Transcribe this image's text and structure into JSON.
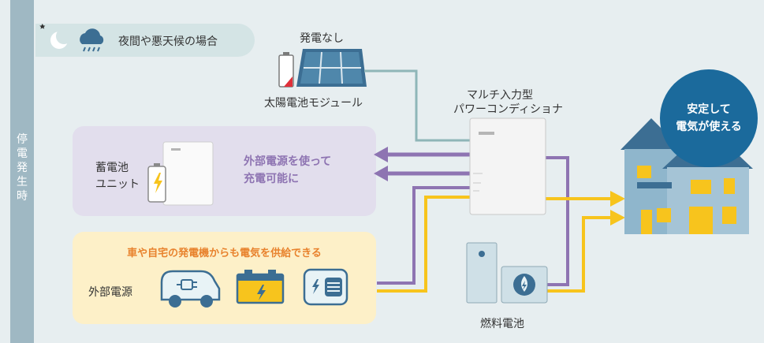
{
  "side_label": [
    "停",
    "電",
    "発",
    "生",
    "時"
  ],
  "condition": {
    "text": "夜間や悪天候の場合",
    "icons": [
      "moon-icon",
      "cloud-rain-icon"
    ]
  },
  "solar": {
    "status": "発電なし",
    "name": "太陽電池モジュール"
  },
  "conditioner": {
    "name_line1": "マルチ入力型",
    "name_line2": "パワーコンディショナ"
  },
  "house_badge": {
    "line1": "安定して",
    "line2": "電気が使える"
  },
  "battery": {
    "name_line1": "蓄電池",
    "name_line2": "ユニット",
    "note_line1": "外部電源を使って",
    "note_line2": "充電可能に"
  },
  "external": {
    "heading": "車や自宅の発電機からも電気を供給できる",
    "name": "外部電源",
    "icons": [
      "electric-car-icon",
      "car-battery-icon",
      "generator-icon"
    ]
  },
  "fuel_cell": {
    "name": "燃料電池"
  },
  "colors": {
    "purple": "#8e74b2",
    "yellow": "#f7c41d",
    "line": "#8fb6b8",
    "badge": "#1b6a9c"
  }
}
